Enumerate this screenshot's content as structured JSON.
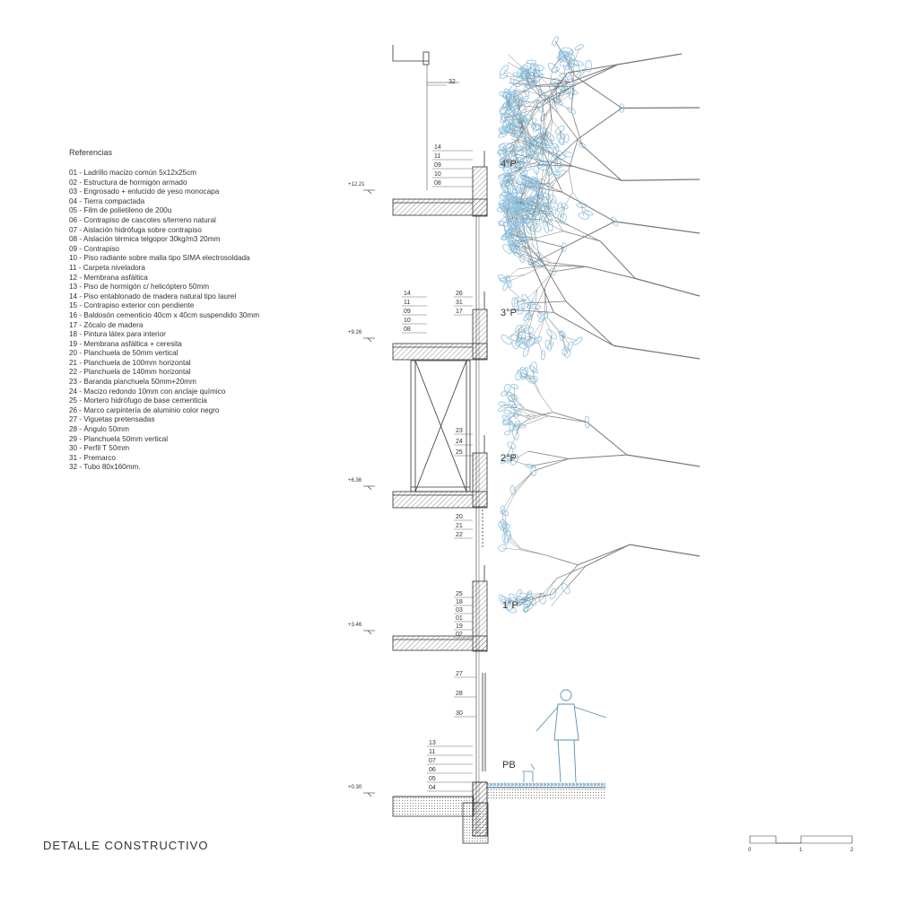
{
  "title": "DETALLE CONSTRUCTIVO",
  "references": {
    "heading": "Referencias",
    "items": [
      "01 - Ladrillo macizo común 5x12x25cm",
      "02 - Estructura de hormigón armado",
      "03 - Engrosado + enlucido de yeso monocapa",
      "04 - Tierra compactada",
      "05 - Film de polietileno de 200u",
      "06 - Contrapiso de cascotes s/terreno natural",
      "07 - Aislación hidrófuga sobre contrapiso",
      "08 - Aislación térmica telgopor 30kg/m3 20mm",
      "09 - Contrapiso",
      "10 - Piso radiante sobre malla tipo SIMA electrosoldada",
      "11 - Carpeta niveladora",
      "12 - Membrana asfáltica",
      "13 - Piso de hormigón c/ helicóptero 50mm",
      "14 - Piso entablonado de madera natural tipo laurel",
      "15 - Contrapiso exterior con pendiente",
      "16 - Baldosón cementicio 40cm x 40cm suspendido 30mm",
      "17 - Zócalo de madera",
      "18 - Pintura látex para interior",
      "19 - Membrana asfáltica + ceresita",
      "20 - Planchuela de 50mm vertical",
      "21 - Planchuela de 100mm horizontal",
      "22 - Planchuela de 140mm horizontal",
      "23 - Baranda planchuela 50mm+20mm",
      "24 - Macizo redondo 10mm con anclaje químico",
      "25 - Mortero hidrófugo de base cementicia",
      "26 - Marco carpintería de aluminio color negro",
      "27 - Viguetas pretensadas",
      "28 - Ángulo 50mm",
      "29 - Planchuela 50mm vertical",
      "30 - Perfil T 50mm",
      "31 - Premarco",
      "32 - Tubo 80x160mm."
    ]
  },
  "floors": [
    {
      "label": "4°P",
      "level": "+12.21"
    },
    {
      "label": "3°P",
      "level": "+9.26"
    },
    {
      "label": "2°P",
      "level": "+6.36"
    },
    {
      "label": "1°P",
      "level": "+3.46"
    },
    {
      "label": "PB",
      "level": "+0.30"
    }
  ],
  "callouts": {
    "top": [
      "32"
    ],
    "floor4": [
      "14",
      "11",
      "09",
      "10",
      "08"
    ],
    "floor3_left": [
      "14",
      "11",
      "09",
      "10",
      "08"
    ],
    "floor3_right": [
      "26",
      "31",
      "17"
    ],
    "floor2": [
      "23",
      "24",
      "25"
    ],
    "floor2_below": [
      "20",
      "21",
      "22"
    ],
    "floor1": [
      "25",
      "18",
      "03",
      "01",
      "19",
      "02"
    ],
    "pb_upper": [
      "27",
      "28",
      "30"
    ],
    "pb": [
      "13",
      "11",
      "07",
      "06",
      "05",
      "04"
    ]
  },
  "scale_bar": [
    "0",
    "1",
    "2"
  ],
  "colors": {
    "line": "#333333",
    "foliage": "#8ec3e0",
    "branches": "#777777"
  }
}
